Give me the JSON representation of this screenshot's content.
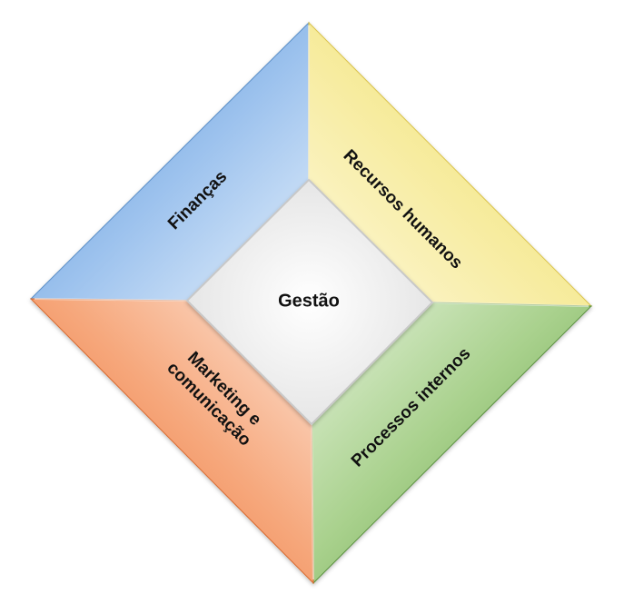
{
  "diagram": {
    "center": {
      "label": "Gestão",
      "color": "#f2f2f2"
    },
    "quadrants": [
      {
        "key": "financas",
        "label": "Finanças",
        "color": "#6fa8dc"
      },
      {
        "key": "recursos_humanos",
        "label": "Recursos humanos",
        "color": "#f3e27a"
      },
      {
        "key": "processos_internos",
        "label": "Processos internos",
        "color": "#7fb65b"
      },
      {
        "key": "marketing",
        "lines": [
          "Marketing e",
          "comunicação"
        ],
        "color": "#ee7d3f"
      }
    ]
  }
}
